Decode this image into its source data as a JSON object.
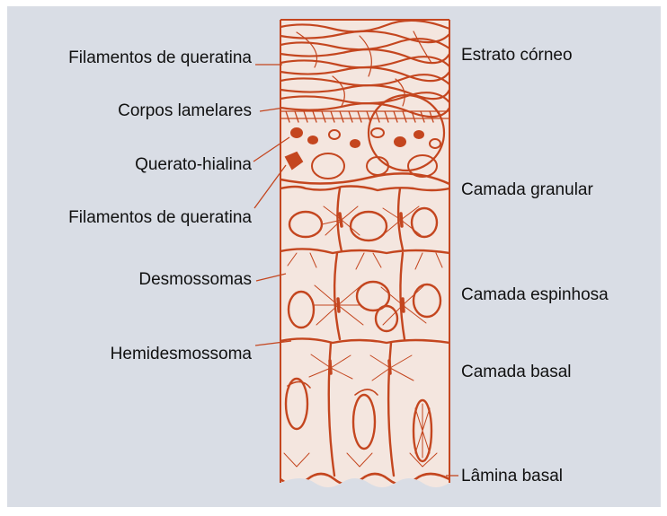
{
  "colors": {
    "background": "#d9dde5",
    "tissue_fill": "#f4e6df",
    "ink": "#c4461f",
    "text": "#111111"
  },
  "labels_left": [
    "Filamentos de queratina",
    "Corpos lamelares",
    "Querato-hialina",
    "Filamentos de queratina",
    "Desmossomas",
    "Hemidesmossoma"
  ],
  "labels_right": [
    "Estrato córneo",
    "Camada granular",
    "Camada espinhosa",
    "Camada basal",
    "Lâmina basal"
  ]
}
